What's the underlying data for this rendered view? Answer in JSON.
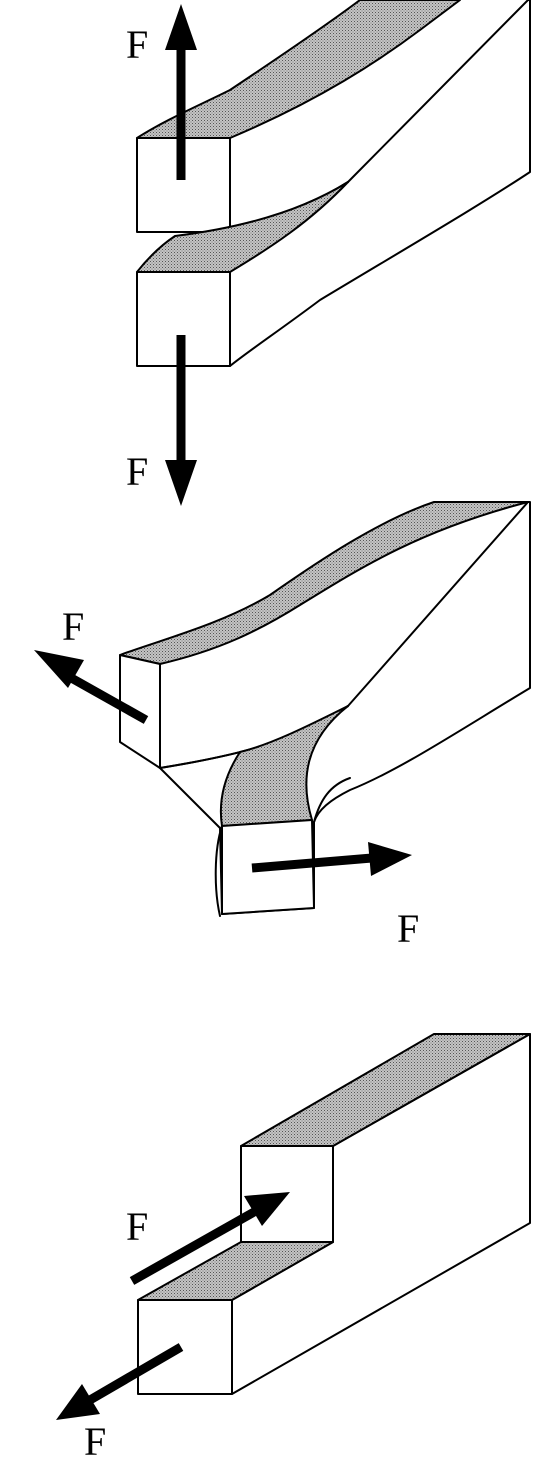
{
  "colors": {
    "shaded_face": "#a9a9a9",
    "line": "#000000",
    "background": "#ffffff"
  },
  "modes": [
    {
      "top_force": "F",
      "bottom_force": "F"
    },
    {
      "top_force": "F",
      "bottom_force": "F"
    },
    {
      "top_force": "F",
      "bottom_force": "F"
    }
  ]
}
